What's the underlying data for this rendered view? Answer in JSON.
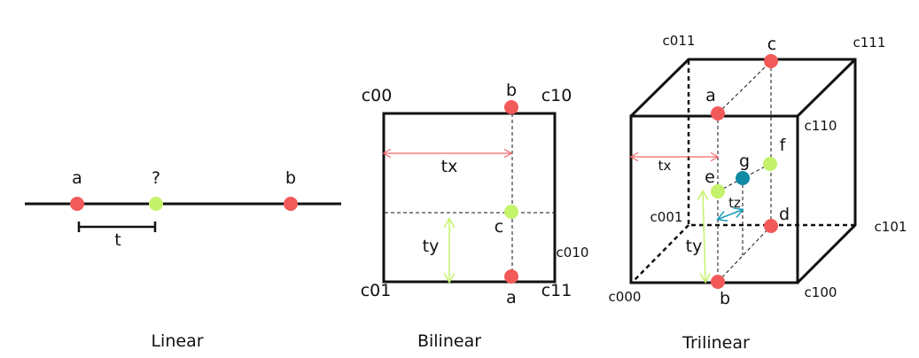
{
  "linear": {
    "caption": "Linear",
    "a": "a",
    "q": "?",
    "b": "b",
    "t": "t"
  },
  "bilinear": {
    "caption": "Bilinear",
    "c00": "c00",
    "c10": "c10",
    "c01": "c01",
    "c11": "c11",
    "c010": "c010",
    "a": "a",
    "b": "b",
    "c": "c",
    "tx": "tx",
    "ty": "ty"
  },
  "trilinear": {
    "caption": "Trilinear",
    "c000": "c000",
    "c001": "c001",
    "c011": "c011",
    "c111": "c111",
    "c110": "c110",
    "c101": "c101",
    "c100": "c100",
    "a": "a",
    "b": "b",
    "c": "c",
    "d": "d",
    "e": "e",
    "f": "f",
    "g": "g",
    "tx": "tx",
    "ty": "ty",
    "tz": "tz"
  },
  "colors": {
    "red": "#f25a5a",
    "green": "#c4f26a",
    "teal": "#118aa6",
    "tx": "#f26b6b",
    "ty": "#c4f26a",
    "tz": "#1a9ab5"
  }
}
